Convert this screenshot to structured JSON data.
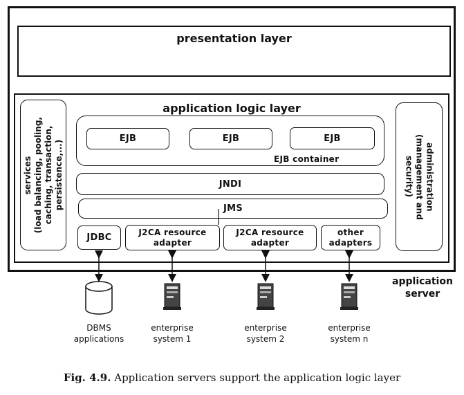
{
  "presentation": {
    "label": "presentation layer"
  },
  "app_logic": {
    "label": "application logic layer"
  },
  "services": {
    "line1": "services",
    "line2": "(load balancing, pooling,",
    "line3": "caching, transaction,",
    "line4": "persistence,...)"
  },
  "administration": {
    "line1": "administration",
    "line2": "(management and",
    "line3": "security)"
  },
  "ejb_container": {
    "label": "EJB container",
    "ejbs": [
      "EJB",
      "EJB",
      "EJB"
    ]
  },
  "jndi": {
    "label": "JNDI"
  },
  "jms": {
    "label": "JMS"
  },
  "adapters": [
    {
      "line1": "JDBC",
      "line2": ""
    },
    {
      "line1": "J2CA resource",
      "line2": "adapter"
    },
    {
      "line1": "J2CA resource",
      "line2": "adapter"
    },
    {
      "line1": "other",
      "line2": "adapters"
    }
  ],
  "app_server": {
    "line1": "application",
    "line2": "server"
  },
  "systems": [
    {
      "line1": "DBMS",
      "line2": "applications"
    },
    {
      "line1": "enterprise",
      "line2": "system 1"
    },
    {
      "line1": "enterprise",
      "line2": "system 2"
    },
    {
      "line1": "enterprise",
      "line2": "system n"
    }
  ],
  "caption": {
    "fig": "Fig. 4.9.",
    "text": "Application servers support the application logic layer"
  }
}
